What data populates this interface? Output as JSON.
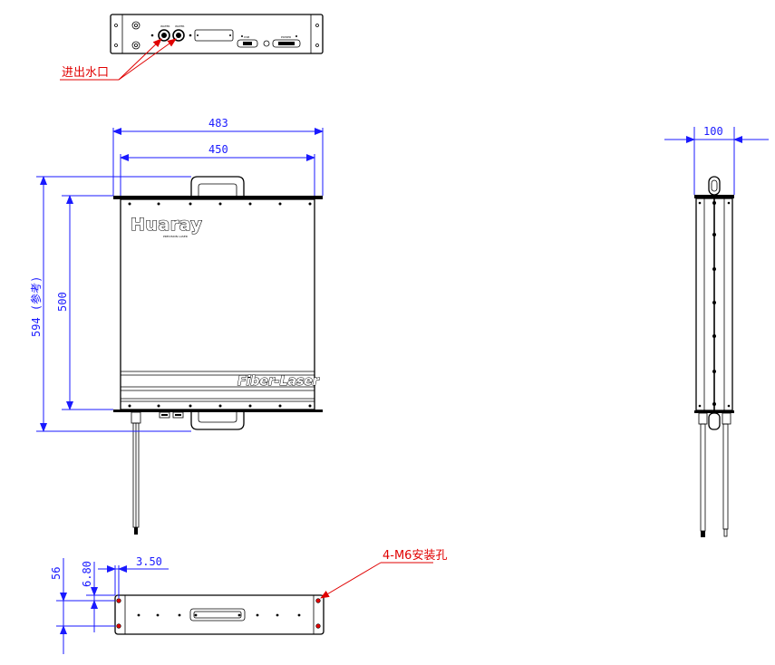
{
  "labels": {
    "water_ports": "进出水口",
    "mount_holes": "4-M6安装孔",
    "brand": "Huaray",
    "brand_sub": "PRECISION LASER",
    "band_label": "Fiber-Laser",
    "panel_labels": [
      "WATER",
      "WATER",
      "USB",
      "POWER"
    ]
  },
  "dimensions": {
    "overall_width": "483",
    "body_width": "450",
    "overall_height": "594 (参考)",
    "body_height": "500",
    "side_depth": "100",
    "rack_height": "56",
    "hole_offset_y": "6.80",
    "hole_offset_x": "3.50"
  },
  "colors": {
    "dimension": "#1a1aff",
    "callout": "#e00000",
    "outline": "#000000"
  }
}
